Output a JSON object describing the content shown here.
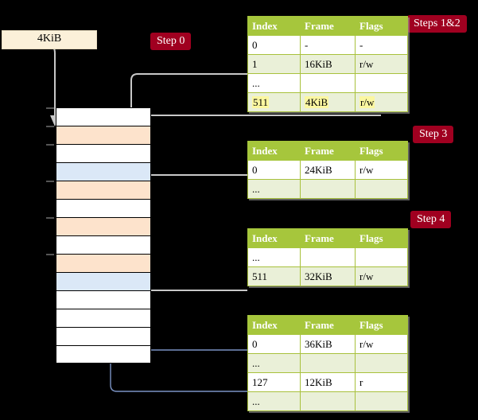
{
  "diagram": {
    "title_badges": [
      {
        "id": "steps-1-2",
        "label": "Steps 1&2"
      },
      {
        "id": "step-3",
        "label": "Step 3"
      },
      {
        "id": "step-4",
        "label": "Step 4"
      },
      {
        "id": "step-0",
        "label": "Step 0"
      }
    ],
    "source_box": {
      "label": "4KiB"
    },
    "accent_colors": {
      "badge_bg": "#a00020",
      "badge_text": "#ffffff",
      "table_header_bg": "#a6c63c",
      "table_alt_row_bg": "#eaf0d8",
      "highlight_bg": "#fbf7a0",
      "memory_orange": "#fde3cc",
      "memory_blue": "#dbe8f7",
      "source_box_bg": "#fbf0d9",
      "grey_arrow": "#c8c8c8",
      "blue_arrow": "#7b93c4"
    },
    "columns": [
      "Index",
      "Frame",
      "Flags"
    ],
    "tables": [
      {
        "id": "pml4-table",
        "rows": [
          {
            "index": "0",
            "frame": "-",
            "flags": "-",
            "style": "plain",
            "highlight": false
          },
          {
            "index": "1",
            "frame": "16KiB",
            "flags": "r/w",
            "style": "alt",
            "highlight": false
          },
          {
            "index": "...",
            "frame": "",
            "flags": "",
            "style": "plain",
            "highlight": false
          },
          {
            "index": "511",
            "frame": "4KiB",
            "flags": "r/w",
            "style": "alt",
            "highlight": true
          }
        ]
      },
      {
        "id": "pdp-table",
        "rows": [
          {
            "index": "0",
            "frame": "24KiB",
            "flags": "r/w",
            "style": "plain",
            "highlight": false
          },
          {
            "index": "...",
            "frame": "",
            "flags": "",
            "style": "alt",
            "highlight": false
          }
        ]
      },
      {
        "id": "pd-table",
        "rows": [
          {
            "index": "...",
            "frame": "",
            "flags": "",
            "style": "plain",
            "highlight": false
          },
          {
            "index": "511",
            "frame": "32KiB",
            "flags": "r/w",
            "style": "alt",
            "highlight": false
          }
        ]
      },
      {
        "id": "pt-table",
        "rows": [
          {
            "index": "0",
            "frame": "36KiB",
            "flags": "r/w",
            "style": "plain",
            "highlight": false
          },
          {
            "index": "...",
            "frame": "",
            "flags": "",
            "style": "alt",
            "highlight": false
          },
          {
            "index": "127",
            "frame": "12KiB",
            "flags": "r",
            "style": "plain",
            "highlight": false
          },
          {
            "index": "...",
            "frame": "",
            "flags": "",
            "style": "alt",
            "highlight": false
          }
        ]
      }
    ],
    "memory_rows": [
      {
        "i": 0,
        "fill": "white",
        "tick": true
      },
      {
        "i": 1,
        "fill": "orange",
        "tick": true
      },
      {
        "i": 2,
        "fill": "white",
        "tick": true
      },
      {
        "i": 3,
        "fill": "blue",
        "tick": false
      },
      {
        "i": 4,
        "fill": "orange",
        "tick": true
      },
      {
        "i": 5,
        "fill": "white",
        "tick": false
      },
      {
        "i": 6,
        "fill": "orange",
        "tick": true
      },
      {
        "i": 7,
        "fill": "white",
        "tick": false
      },
      {
        "i": 8,
        "fill": "orange",
        "tick": true
      },
      {
        "i": 9,
        "fill": "blue",
        "tick": false
      },
      {
        "i": 10,
        "fill": "white",
        "tick": false
      },
      {
        "i": 11,
        "fill": "white",
        "tick": false
      },
      {
        "i": 12,
        "fill": "white",
        "tick": false
      },
      {
        "i": 13,
        "fill": "white",
        "tick": false
      }
    ]
  }
}
